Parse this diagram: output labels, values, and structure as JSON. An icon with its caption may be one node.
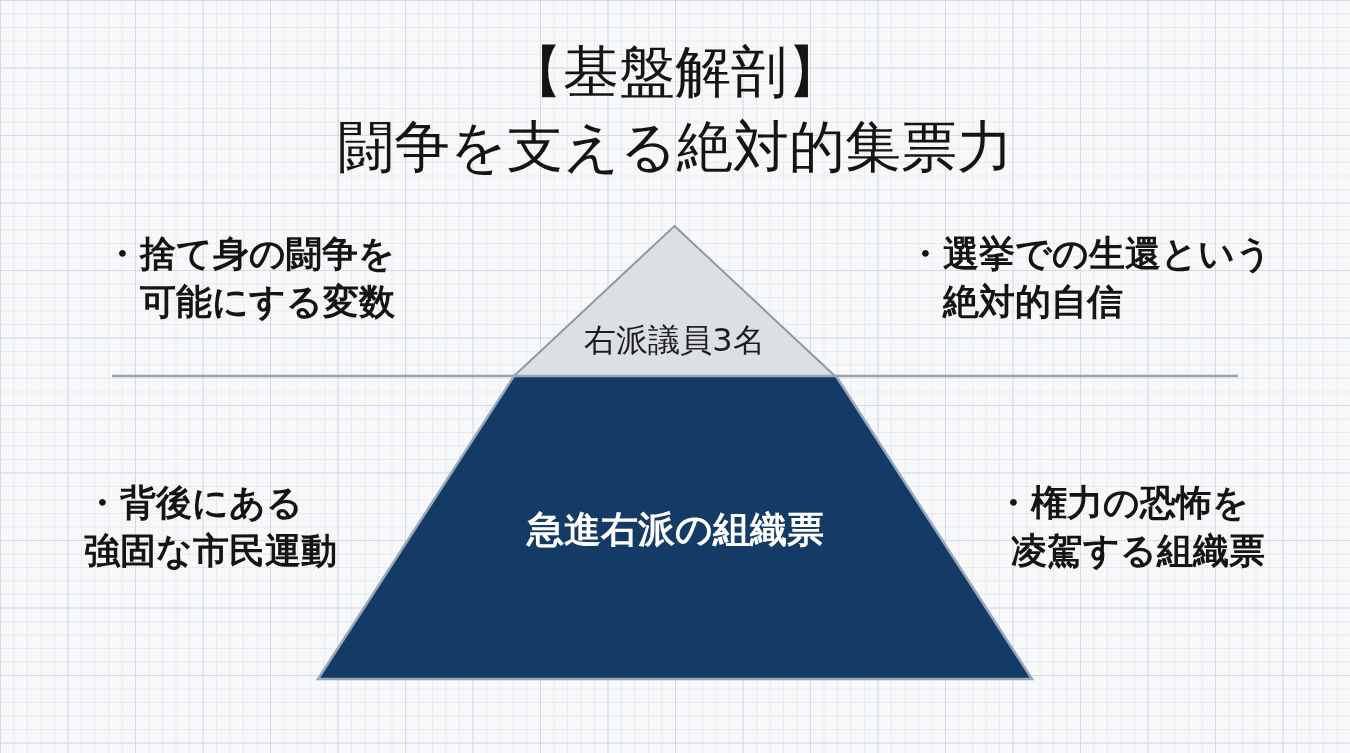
{
  "diagram": {
    "title": "【基盤解剖】闘争を支える絶対的集票力",
    "nodes": [
      {
        "text": [
          "右派議員3名"
        ]
      },
      {
        "text": [
          "急進右派の組織票"
        ]
      }
    ],
    "labels": [
      "・捨て身の闘争を可能にする変数",
      "・選挙での生還という絶対的自信",
      "・背後にある強固な市民運動",
      "・権力の恐怖を凌駕する組織票"
    ]
  }
}
